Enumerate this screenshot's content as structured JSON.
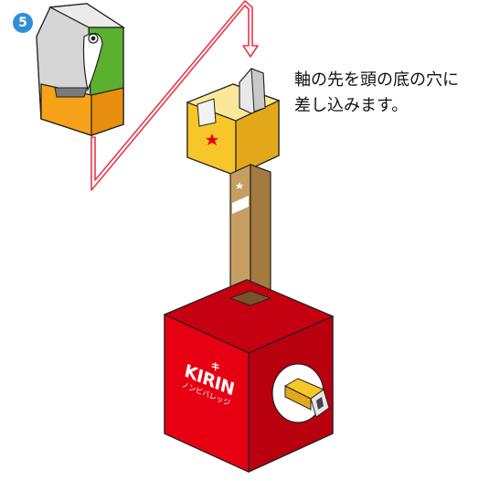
{
  "step": {
    "number": "5"
  },
  "instruction": {
    "line1": "軸の先を頭の底の穴に",
    "line2": "差し込みます。"
  },
  "logo": {
    "brand": "KIRIN",
    "mark": "キ",
    "sub": "ノンビバレッジ"
  },
  "colors": {
    "base_red": "#e60012",
    "base_red_dark": "#b8000e",
    "head_yellow": "#f7c629",
    "head_yellow_dark": "#e3a81a",
    "stick_tan": "#b08850",
    "parrot_green": "#5cb030",
    "parrot_orange": "#f6a319",
    "arrow_red": "#e8394a",
    "badge_blue": "#2f8fd8"
  },
  "icons": [
    "step-number-badge",
    "insertion-arrow",
    "star-icon",
    "parrot-head-illustration"
  ]
}
